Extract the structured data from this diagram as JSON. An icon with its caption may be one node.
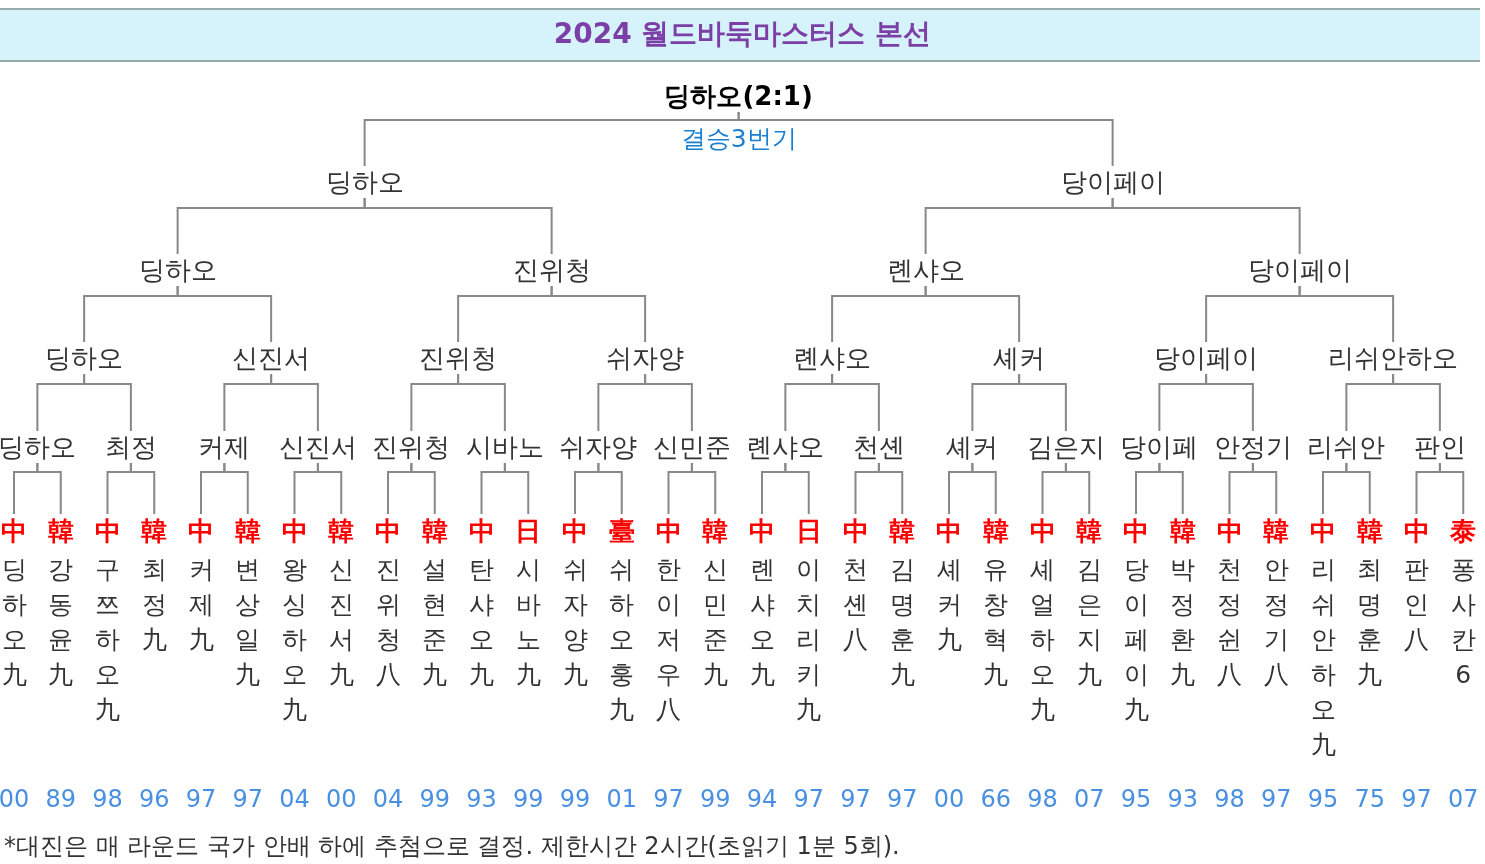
{
  "diagram": {
    "title": "2024 월드바둑마스터스 본선",
    "caption": "*대진은 매 라운드 국가 안배 하에 추첨으로 결정. 제한시간 2시간(초읽기 1분 5회).",
    "nodes": [
      {
        "text": [
          "딩하오(2:1)"
        ]
      },
      {
        "text": [
          "딩하오"
        ]
      },
      {
        "text": [
          "당이페이"
        ]
      },
      {
        "text": [
          "딩하오"
        ]
      },
      {
        "text": [
          "진위청"
        ]
      },
      {
        "text": [
          "롄샤오"
        ]
      },
      {
        "text": [
          "당이페이"
        ]
      },
      {
        "text": [
          "딩하오"
        ]
      },
      {
        "text": [
          "신진서"
        ]
      },
      {
        "text": [
          "진위청"
        ]
      },
      {
        "text": [
          "쉬자양"
        ]
      },
      {
        "text": [
          "롄샤오"
        ]
      },
      {
        "text": [
          "셰커"
        ]
      },
      {
        "text": [
          "당이페이"
        ]
      },
      {
        "text": [
          "리쉬안하오"
        ]
      },
      {
        "text": [
          "딩하오"
        ]
      },
      {
        "text": [
          "최정"
        ]
      },
      {
        "text": [
          "커제"
        ]
      },
      {
        "text": [
          "신진서"
        ]
      },
      {
        "text": [
          "진위청"
        ]
      },
      {
        "text": [
          "시바노"
        ]
      },
      {
        "text": [
          "쉬자양"
        ]
      },
      {
        "text": [
          "신민준"
        ]
      },
      {
        "text": [
          "롄샤오"
        ]
      },
      {
        "text": [
          "천셴"
        ]
      },
      {
        "text": [
          "셰커"
        ]
      },
      {
        "text": [
          "김은지"
        ]
      },
      {
        "text": [
          "당이페"
        ]
      },
      {
        "text": [
          "안정기"
        ]
      },
      {
        "text": [
          "리쉬안"
        ]
      },
      {
        "text": [
          "판인"
        ]
      },
      {
        "text": [
          "中",
          "딩하오九",
          "00"
        ]
      },
      {
        "text": [
          "韓",
          "강동윤九",
          "89"
        ]
      },
      {
        "text": [
          "中",
          "구쯔하오九",
          "98"
        ]
      },
      {
        "text": [
          "韓",
          "최정九",
          "96"
        ]
      },
      {
        "text": [
          "中",
          "커제九",
          "97"
        ]
      },
      {
        "text": [
          "韓",
          "변상일九",
          "97"
        ]
      },
      {
        "text": [
          "中",
          "왕싱하오九",
          "04"
        ]
      },
      {
        "text": [
          "韓",
          "신진서九",
          "00"
        ]
      },
      {
        "text": [
          "中",
          "진위청八",
          "04"
        ]
      },
      {
        "text": [
          "韓",
          "설현준九",
          "99"
        ]
      },
      {
        "text": [
          "中",
          "탄샤오九",
          "93"
        ]
      },
      {
        "text": [
          "日",
          "시바노九",
          "99"
        ]
      },
      {
        "text": [
          "中",
          "쉬자양九",
          "99"
        ]
      },
      {
        "text": [
          "臺",
          "쉬하오훙九",
          "01"
        ]
      },
      {
        "text": [
          "中",
          "한이저우八",
          "97"
        ]
      },
      {
        "text": [
          "韓",
          "신민준九",
          "99"
        ]
      },
      {
        "text": [
          "中",
          "롄샤오九",
          "94"
        ]
      },
      {
        "text": [
          "日",
          "이치리키九",
          "97"
        ]
      },
      {
        "text": [
          "中",
          "천셴八",
          "97"
        ]
      },
      {
        "text": [
          "韓",
          "김명훈九",
          "97"
        ]
      },
      {
        "text": [
          "中",
          "셰커九",
          "00"
        ]
      },
      {
        "text": [
          "韓",
          "유창혁九",
          "66"
        ]
      },
      {
        "text": [
          "中",
          "셰얼하오九",
          "98"
        ]
      },
      {
        "text": [
          "韓",
          "김은지九",
          "07"
        ]
      },
      {
        "text": [
          "中",
          "당이페이九",
          "95"
        ]
      },
      {
        "text": [
          "韓",
          "박정환九",
          "93"
        ]
      },
      {
        "text": [
          "中",
          "천정쉰八",
          "98"
        ]
      },
      {
        "text": [
          "韓",
          "안정기八",
          "97"
        ]
      },
      {
        "text": [
          "中",
          "리쉬안하오九",
          "95"
        ]
      },
      {
        "text": [
          "韓",
          "최명훈九",
          "75"
        ]
      },
      {
        "text": [
          "中",
          "판인八",
          "97"
        ]
      },
      {
        "text": [
          "泰",
          "퐁사칸6",
          "07"
        ]
      }
    ],
    "edges": [
      {
        "from": 0,
        "to": 1,
        "arrow": "none"
      },
      {
        "from": 0,
        "to": 2,
        "arrow": "none"
      },
      {
        "from": 1,
        "to": 3,
        "arrow": "none"
      },
      {
        "from": 1,
        "to": 4,
        "arrow": "none"
      },
      {
        "from": 2,
        "to": 5,
        "arrow": "none"
      },
      {
        "from": 2,
        "to": 6,
        "arrow": "none"
      },
      {
        "from": 3,
        "to": 7,
        "arrow": "none"
      },
      {
        "from": 3,
        "to": 8,
        "arrow": "none"
      },
      {
        "from": 4,
        "to": 9,
        "arrow": "none"
      },
      {
        "from": 4,
        "to": 10,
        "arrow": "none"
      },
      {
        "from": 5,
        "to": 11,
        "arrow": "none"
      },
      {
        "from": 5,
        "to": 12,
        "arrow": "none"
      },
      {
        "from": 6,
        "to": 13,
        "arrow": "none"
      },
      {
        "from": 6,
        "to": 14,
        "arrow": "none"
      },
      {
        "from": 7,
        "to": 15,
        "arrow": "none"
      },
      {
        "from": 7,
        "to": 16,
        "arrow": "none"
      },
      {
        "from": 8,
        "to": 17,
        "arrow": "none"
      },
      {
        "from": 8,
        "to": 18,
        "arrow": "none"
      },
      {
        "from": 9,
        "to": 19,
        "arrow": "none"
      },
      {
        "from": 9,
        "to": 20,
        "arrow": "none"
      },
      {
        "from": 10,
        "to": 21,
        "arrow": "none"
      },
      {
        "from": 10,
        "to": 22,
        "arrow": "none"
      },
      {
        "from": 11,
        "to": 23,
        "arrow": "none"
      },
      {
        "from": 11,
        "to": 24,
        "arrow": "none"
      },
      {
        "from": 12,
        "to": 25,
        "arrow": "none"
      },
      {
        "from": 12,
        "to": 26,
        "arrow": "none"
      },
      {
        "from": 13,
        "to": 27,
        "arrow": "none"
      },
      {
        "from": 13,
        "to": 28,
        "arrow": "none"
      },
      {
        "from": 14,
        "to": 29,
        "arrow": "none"
      },
      {
        "from": 14,
        "to": 30,
        "arrow": "none"
      },
      {
        "from": 15,
        "to": 31,
        "arrow": "none"
      },
      {
        "from": 15,
        "to": 32,
        "arrow": "none"
      },
      {
        "from": 16,
        "to": 33,
        "arrow": "none"
      },
      {
        "from": 16,
        "to": 34,
        "arrow": "none"
      },
      {
        "from": 17,
        "to": 35,
        "arrow": "none"
      },
      {
        "from": 17,
        "to": 36,
        "arrow": "none"
      },
      {
        "from": 18,
        "to": 37,
        "arrow": "none"
      },
      {
        "from": 18,
        "to": 38,
        "arrow": "none"
      },
      {
        "from": 19,
        "to": 39,
        "arrow": "none"
      },
      {
        "from": 19,
        "to": 40,
        "arrow": "none"
      },
      {
        "from": 20,
        "to": 41,
        "arrow": "none"
      },
      {
        "from": 20,
        "to": 42,
        "arrow": "none"
      },
      {
        "from": 21,
        "to": 43,
        "arrow": "none"
      },
      {
        "from": 21,
        "to": 44,
        "arrow": "none"
      },
      {
        "from": 22,
        "to": 45,
        "arrow": "none"
      },
      {
        "from": 22,
        "to": 46,
        "arrow": "none"
      },
      {
        "from": 23,
        "to": 47,
        "arrow": "none"
      },
      {
        "from": 23,
        "to": 48,
        "arrow": "none"
      },
      {
        "from": 24,
        "to": 49,
        "arrow": "none"
      },
      {
        "from": 24,
        "to": 50,
        "arrow": "none"
      },
      {
        "from": 25,
        "to": 51,
        "arrow": "none"
      },
      {
        "from": 25,
        "to": 52,
        "arrow": "none"
      },
      {
        "from": 26,
        "to": 53,
        "arrow": "none"
      },
      {
        "from": 26,
        "to": 54,
        "arrow": "none"
      },
      {
        "from": 27,
        "to": 55,
        "arrow": "none"
      },
      {
        "from": 27,
        "to": 56,
        "arrow": "none"
      },
      {
        "from": 28,
        "to": 57,
        "arrow": "none"
      },
      {
        "from": 28,
        "to": 58,
        "arrow": "none"
      },
      {
        "from": 29,
        "to": 59,
        "arrow": "none"
      },
      {
        "from": 29,
        "to": 60,
        "arrow": "none"
      },
      {
        "from": 30,
        "to": 61,
        "arrow": "none"
      },
      {
        "from": 30,
        "to": 62,
        "arrow": "none"
      }
    ],
    "labels": [
      "결승3번기"
    ]
  }
}
